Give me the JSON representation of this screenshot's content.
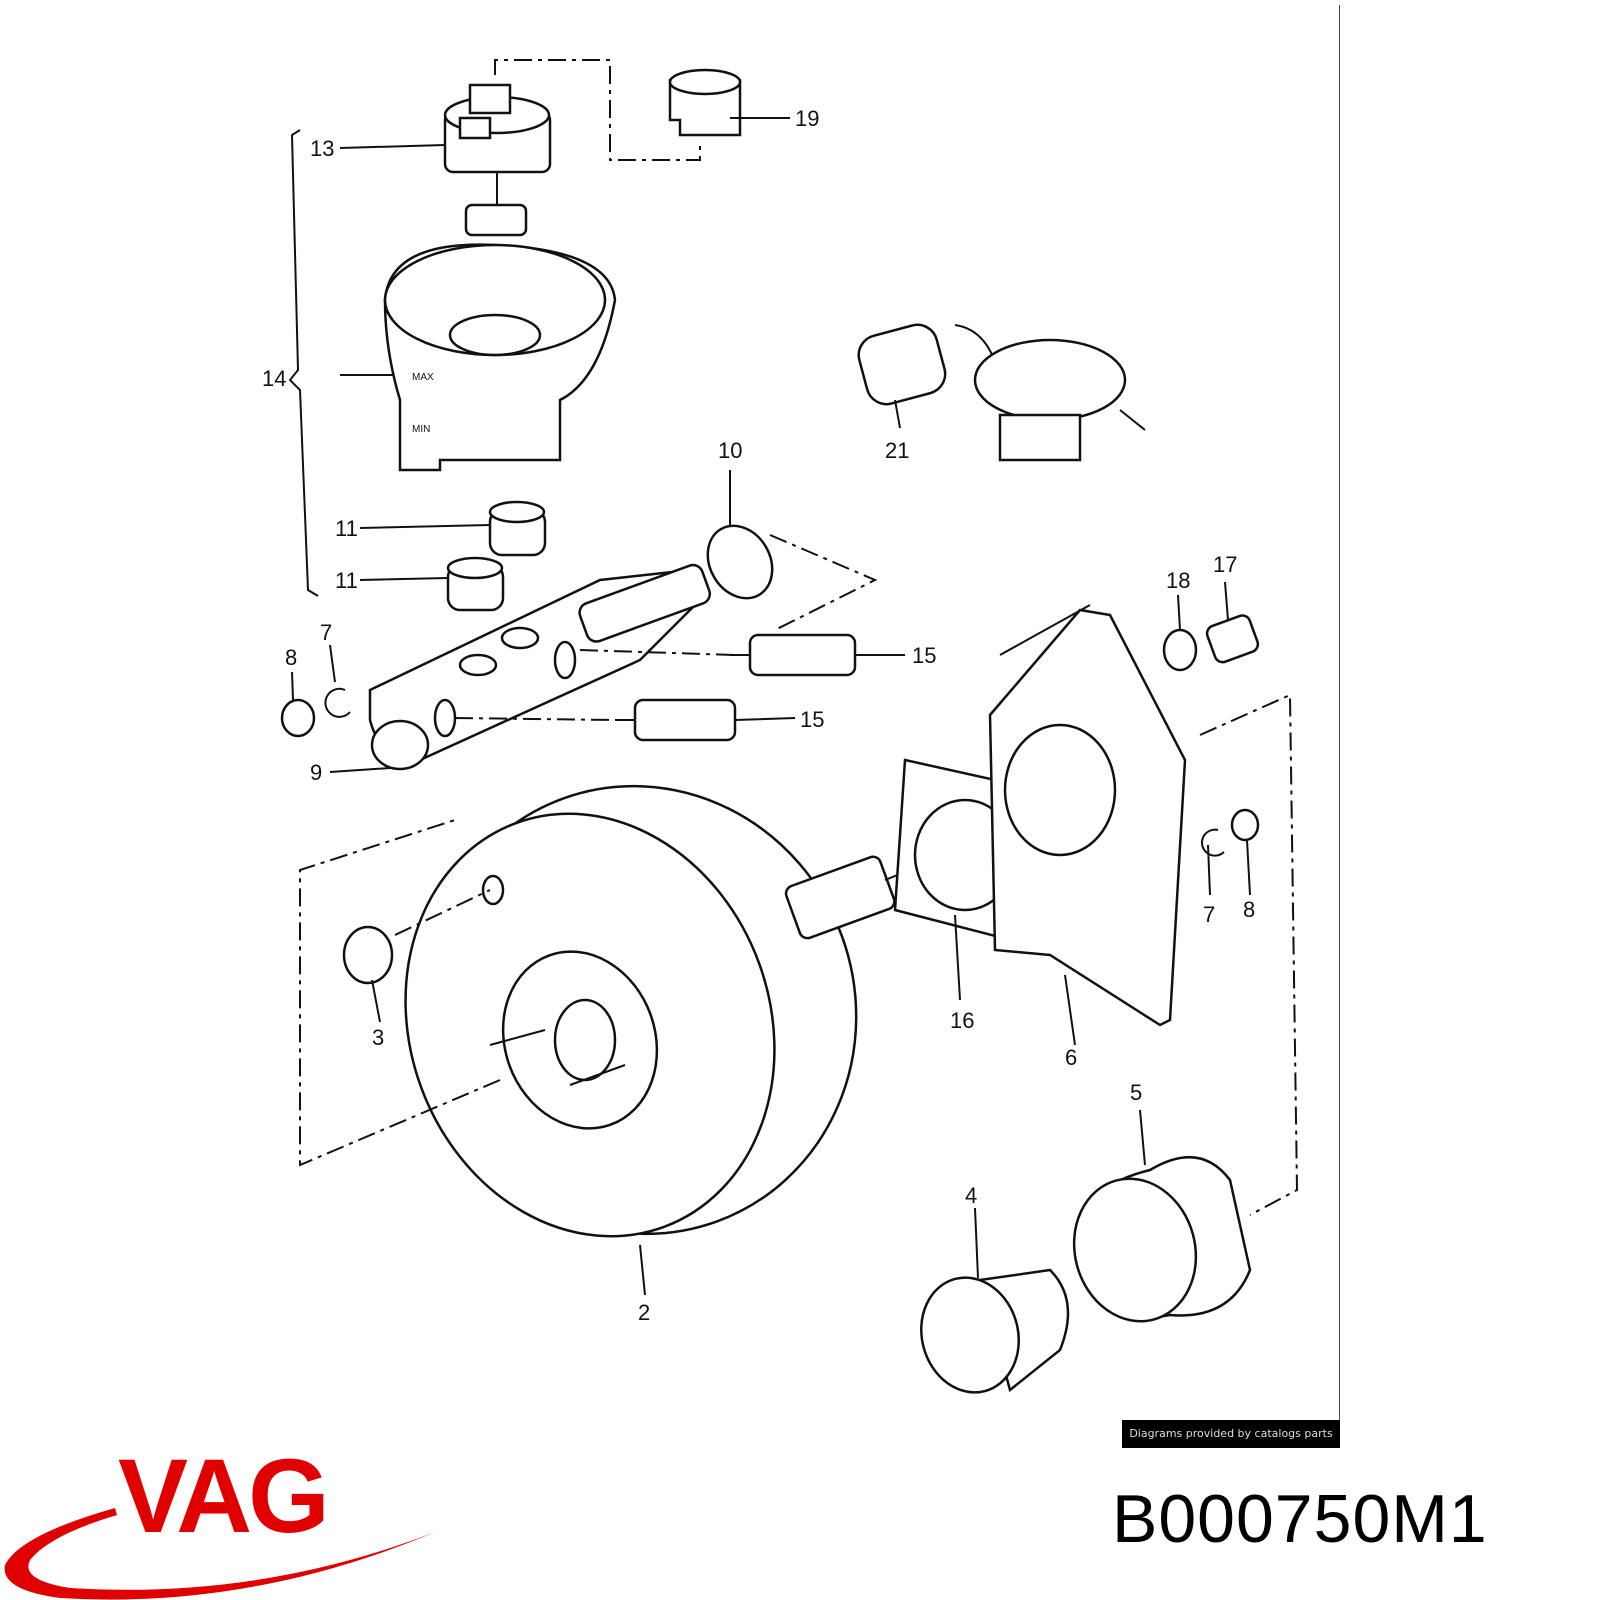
{
  "diagram": {
    "callouts": {
      "c13": "13",
      "c19": "19",
      "c14": "14",
      "c21": "21",
      "c10": "10",
      "c11a": "11",
      "c11b": "11",
      "c8a": "8",
      "c7a": "7",
      "c15a": "15",
      "c15b": "15",
      "c9": "9",
      "c18": "18",
      "c17": "17",
      "c3": "3",
      "c2": "2",
      "c16": "16",
      "c6": "6",
      "c7b": "7",
      "c8b": "8",
      "c5": "5",
      "c4": "4"
    },
    "reservoir_marks": {
      "max": "MAX",
      "min": "MIN"
    }
  },
  "credit": "Diagrams provided by catalogs parts",
  "brand": {
    "logo_text": "VAG",
    "color": "#e00000"
  },
  "part_number": "B000750M1"
}
